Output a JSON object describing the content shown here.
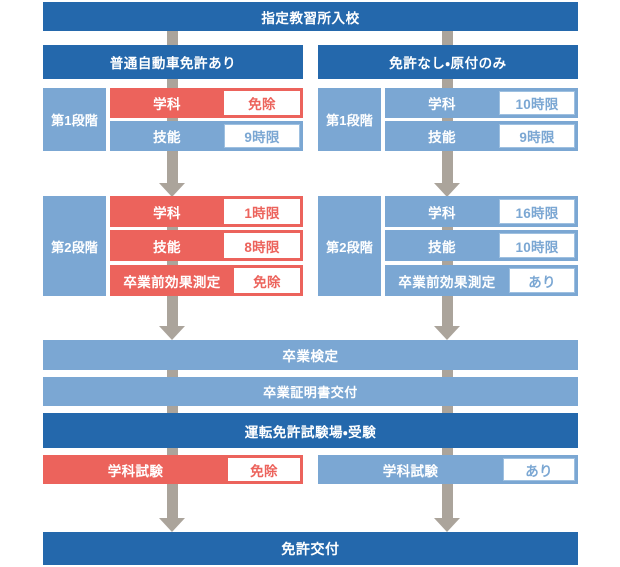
{
  "diagram": {
    "title": "指定教習所入校",
    "colors": {
      "dark_blue": "#2468ac",
      "light_blue": "#7ba7d3",
      "red": "#ec635c",
      "arrow_gray": "#aba49b",
      "white": "#ffffff"
    }
  },
  "top": {
    "entry_label": "指定教習所入校"
  },
  "columns": [
    {
      "header": "普通自動車免許あり",
      "stage1": {
        "stage_label": "第1段階",
        "rows": [
          {
            "label": "学科",
            "value": "免除",
            "accent": "red"
          },
          {
            "label": "技能",
            "value": "9時限",
            "accent": "light"
          }
        ]
      },
      "stage2": {
        "stage_label": "第2段階",
        "rows": [
          {
            "label": "学科",
            "value": "1時限",
            "accent": "red"
          },
          {
            "label": "技能",
            "value": "8時限",
            "accent": "red"
          },
          {
            "label": "卒業前効果測定",
            "value": "免除",
            "accent": "red"
          }
        ]
      },
      "exam": {
        "label": "学科試験",
        "value": "免除",
        "accent": "red"
      }
    },
    {
      "header": "免許なし・原付のみ",
      "stage1": {
        "stage_label": "第1段階",
        "rows": [
          {
            "label": "学科",
            "value": "10時限",
            "accent": "light"
          },
          {
            "label": "技能",
            "value": "9時限",
            "accent": "light"
          }
        ]
      },
      "stage2": {
        "stage_label": "第2段階",
        "rows": [
          {
            "label": "学科",
            "value": "16時限",
            "accent": "light"
          },
          {
            "label": "技能",
            "value": "10時限",
            "accent": "light"
          },
          {
            "label": "卒業前効果測定",
            "value": "あり",
            "accent": "light"
          }
        ]
      },
      "exam": {
        "label": "学科試験",
        "value": "あり",
        "accent": "light"
      }
    }
  ],
  "shared": {
    "graduation_exam": "卒業検定",
    "graduation_certificate": "卒業証明書交付",
    "license_center": "運転免許試験場・受験",
    "license_issued": "免許交付"
  }
}
